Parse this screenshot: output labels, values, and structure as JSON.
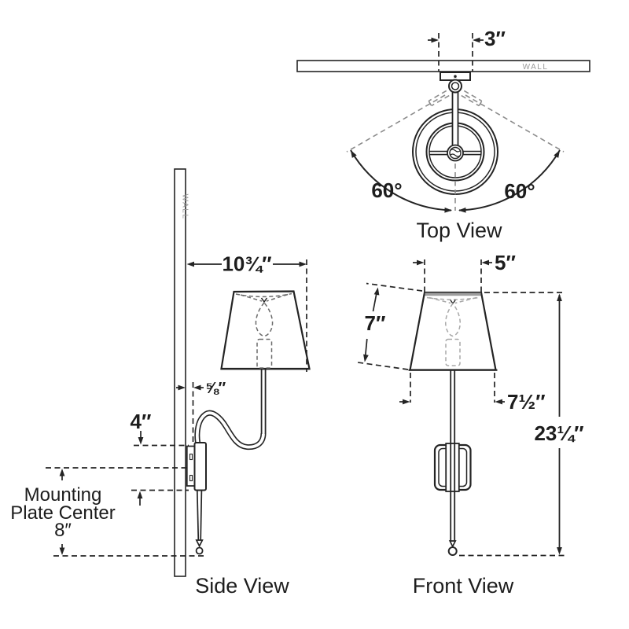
{
  "diagram": {
    "wall_label": "WALL",
    "views": {
      "top": "Top View",
      "side": "Side View",
      "front": "Front View"
    },
    "dims": {
      "backplate_width": "3″",
      "swing_left": "60°",
      "swing_right": "60°",
      "projection": "10¾″",
      "wall_offset": "⅝″",
      "backplate_height": "4″",
      "shade_top_width": "5″",
      "shade_slant_height": "7″",
      "shade_bottom_width": "7½″",
      "overall_height": "23¼″"
    },
    "mounting_note": {
      "line1": "Mounting",
      "line2": "Plate Center",
      "line3": "8″"
    },
    "colors": {
      "line": "#242424",
      "gray_dashed": "#8c8c8c",
      "wall_text": "#9a9a9a",
      "shade_rim": "#9e9e9e"
    }
  }
}
